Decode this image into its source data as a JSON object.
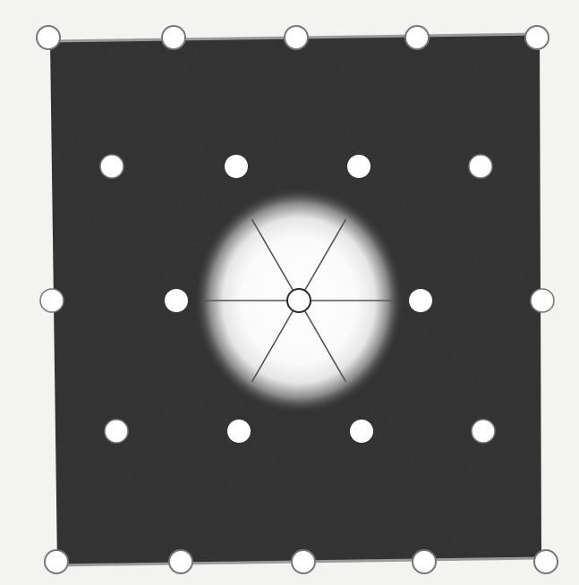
{
  "figure": {
    "type": "lattice-diagram",
    "colors": {
      "page_background": "#f3f3f1",
      "field": "#2b2b2b",
      "glow_core": "#ffffff",
      "glow_edge": "#5a5a5a",
      "lattice_point_fill": "#ffffff",
      "lattice_point_stroke": "#2b2b2b",
      "edge_point_stroke": "#777777",
      "spoke_line": "#555555"
    },
    "lattice": {
      "rows": 5,
      "row_sizes": [
        5,
        4,
        5,
        4,
        5
      ],
      "center_point": "row 3, point 3",
      "spokes_from_center": 6,
      "edge_row_style": "outlined",
      "interior_style": "solid"
    }
  }
}
